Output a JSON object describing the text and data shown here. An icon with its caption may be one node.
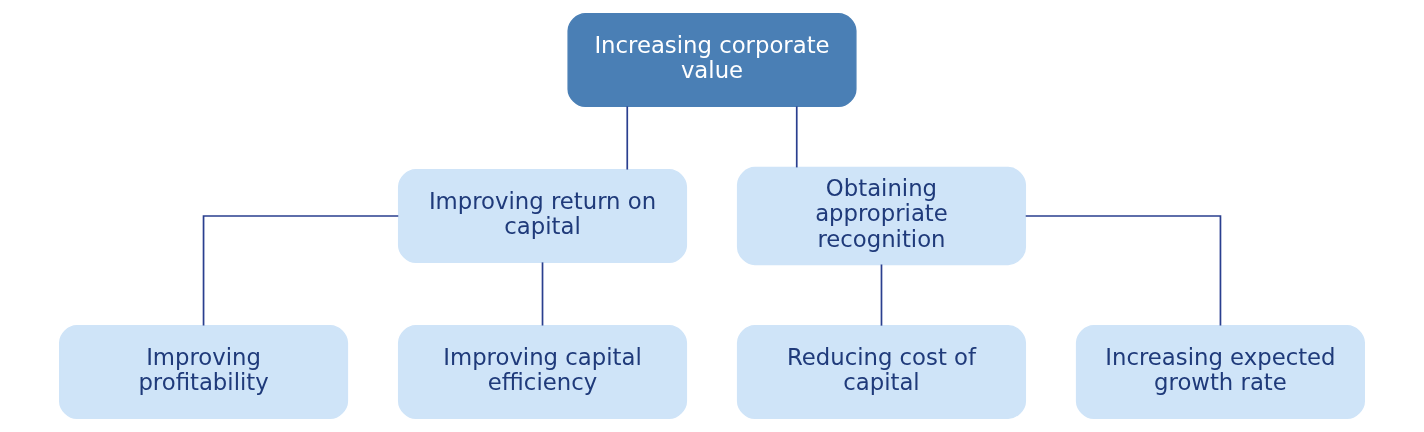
{
  "diagram": {
    "nodes": [
      {
        "text": [
          "Increasing corporate value"
        ]
      },
      {
        "text": [
          "Improving return on capital"
        ]
      },
      {
        "text": [
          "Obtaining appropriate recognition"
        ]
      },
      {
        "text": [
          "Improving profitability"
        ]
      },
      {
        "text": [
          "Improving capital efficiency"
        ]
      },
      {
        "text": [
          "Reducing cost of capital"
        ]
      },
      {
        "text": [
          "Increasing expected growth rate"
        ]
      }
    ],
    "edges": [
      {
        "from": 0,
        "to": 1,
        "arrow": "none"
      },
      {
        "from": 0,
        "to": 2,
        "arrow": "none"
      },
      {
        "from": 1,
        "to": 3,
        "arrow": "none"
      },
      {
        "from": 1,
        "to": 4,
        "arrow": "none"
      },
      {
        "from": 2,
        "to": 5,
        "arrow": "none"
      },
      {
        "from": 2,
        "to": 6,
        "arrow": "none"
      }
    ]
  }
}
